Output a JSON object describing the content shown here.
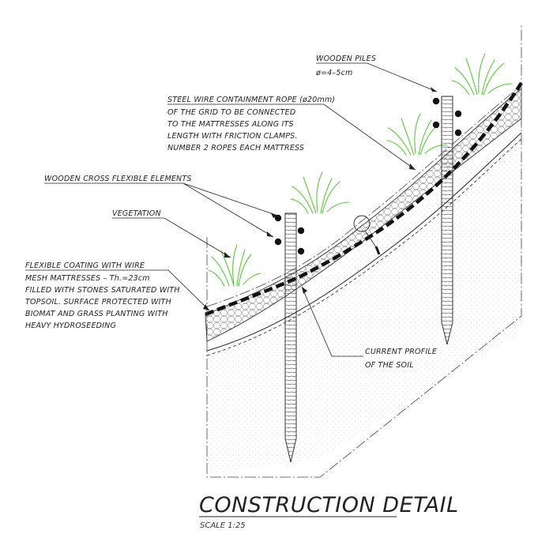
{
  "labels": {
    "wooden_piles": [
      "WOODEN PILES",
      "ø=4–5cm"
    ],
    "steel_rope": [
      "STEEL WIRE CONTAINMENT ROPE (ø20mm)",
      "OF THE GRID TO BE CONNECTED",
      "TO THE MATTRESSES ALONG ITS",
      "LENGTH WITH FRICTION CLAMPS.",
      "NUMBER 2 ROPES EACH MATTRESS"
    ],
    "wooden_cross": [
      "WOODEN CROSS FLEXIBLE ELEMENTS"
    ],
    "vegetation": [
      "VEGETATION"
    ],
    "flexible_coating": [
      "FLEXIBLE COATING WITH WIRE",
      "MESH MATTRESSES – Th.=23cm",
      "FILLED WITH STONES SATURATED WITH",
      "TOPSOIL. SURFACE PROTECTED WITH",
      "BIOMAT AND GRASS PLANTING WITH",
      "HEAVY HYDROSEEDING"
    ],
    "current_profile": [
      "CURRENT PROFILE",
      "OF THE SOIL"
    ]
  },
  "title": "CONSTRUCTION DETAIL",
  "scale": "SCALE 1:25",
  "colors": {
    "line": "#222222",
    "vegetation": "#5bc83a",
    "soil_dots": "#b8b8b8"
  }
}
